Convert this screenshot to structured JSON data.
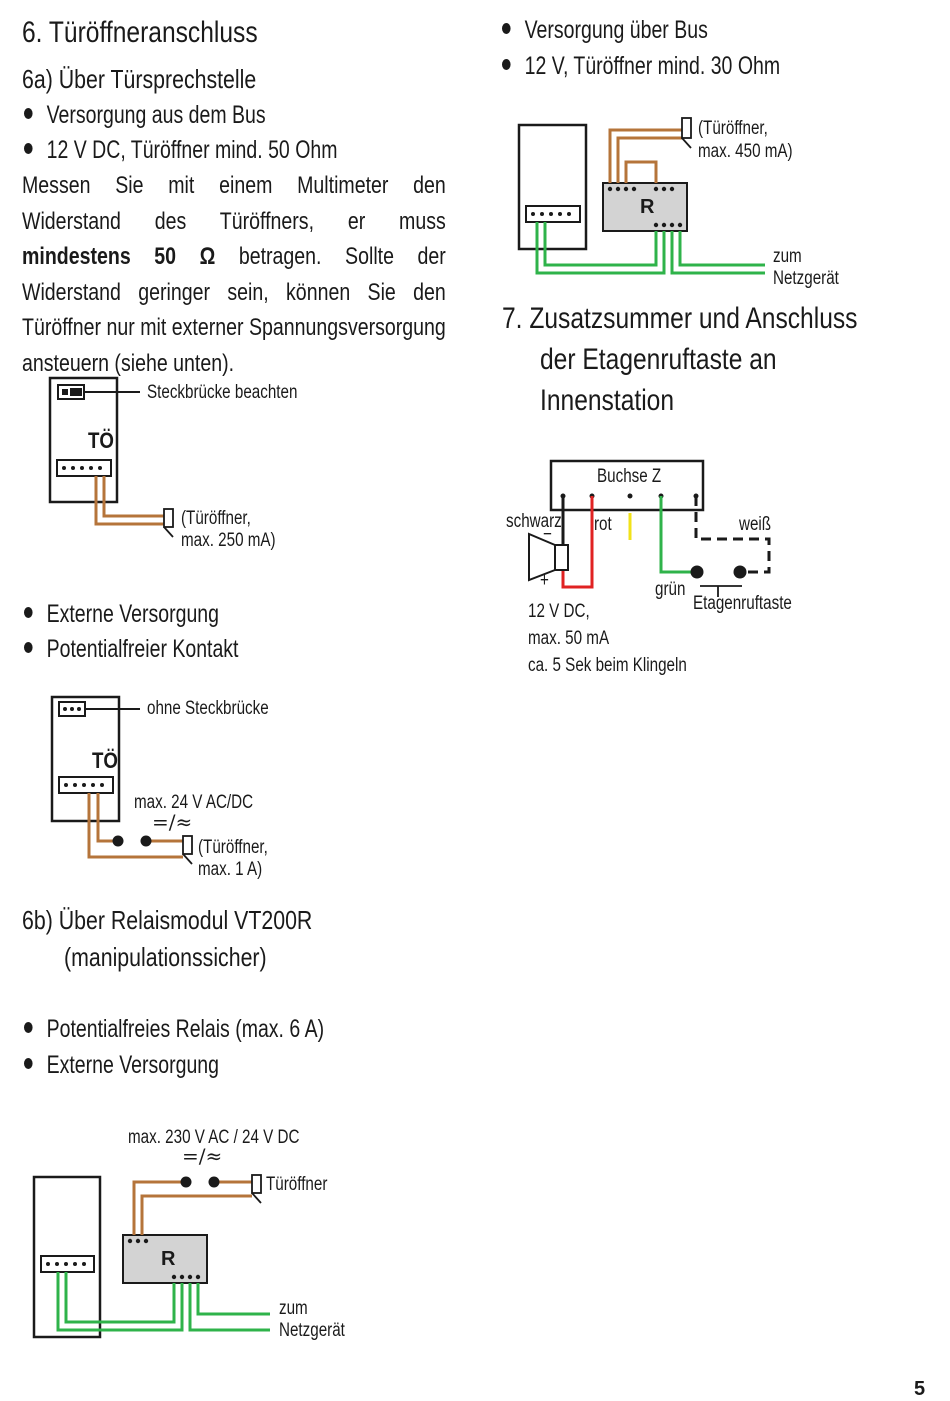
{
  "section6": {
    "title": "6. Türöffneranschluss",
    "sub_a": {
      "title": "6a) Über Türsprechstelle",
      "bullets": [
        "Versorgung aus dem Bus",
        "12 V DC, Türöffner mind. 50 Ohm"
      ],
      "paragraph_pre": "Messen Sie mit einem Multimeter den Widerstand des Türöffners, er muss ",
      "paragraph_bold": "mindestens 50 Ω",
      "paragraph_post": " betragen. Sollte der Widerstand geringer sein, können Sie den Türöffner nur mit externer Spannungsversorgung ansteuern (siehe unten).",
      "diagram1": {
        "jumper_label": "Steckbrücke beachten",
        "device_label": "TÖ",
        "opener_line1": "(Türöffner,",
        "opener_line2": "max. 250 mA)"
      },
      "bullets2": [
        "Externe Versorgung",
        "Potentialfreier Kontakt"
      ],
      "diagram2": {
        "jumper_label": "ohne Steckbrücke",
        "device_label": "TÖ",
        "voltage_label": "max. 24 V AC/DC",
        "symbol": "=/≈",
        "opener_line1": "(Türöffner,",
        "opener_line2": "max. 1 A)"
      }
    },
    "sub_b": {
      "title_line1": "6b)  Über Relaismodul VT200R",
      "title_line2": "(manipulationssicher)",
      "bullets": [
        "Potentialfreies Relais (max. 6 A)",
        "Externe Versorgung"
      ],
      "diagram": {
        "voltage_label": "max. 230 V AC / 24 V DC",
        "symbol": "=/≈",
        "opener_label": "Türöffner",
        "relay_label": "R",
        "power_line1": "zum",
        "power_line2": "Netzgerät"
      }
    }
  },
  "right_top": {
    "bullets": [
      "Versorgung über Bus",
      "12 V, Türöffner mind. 30 Ohm"
    ],
    "diagram": {
      "opener_line1": "(Türöffner,",
      "opener_line2": "max. 450 mA)",
      "relay_label": "R",
      "power_line1": "zum",
      "power_line2": "Netzgerät"
    }
  },
  "section7": {
    "title_line1": "7.  Zusatzsummer und Anschluss",
    "title_line2": "der Etagenruftaste an",
    "title_line3": "Innenstation",
    "diagram": {
      "socket_label": "Buchse Z",
      "black_label": "schwarz",
      "minus": "−",
      "plus": "+",
      "red_label": "rot",
      "white_label": "weiß",
      "green_label": "grün",
      "button_label": "Etagenruftaste",
      "spec_line1": "12 V DC,",
      "spec_line2": "max. 50 mA",
      "spec_line3": "ca. 5 Sek beim Klingeln"
    }
  },
  "page_number": "5",
  "colors": {
    "wire_brown": "#b5743a",
    "wire_green": "#2fb34a",
    "wire_red": "#e02222",
    "wire_yellow": "#f1e21a",
    "relay_fill": "#d3d3d3"
  }
}
